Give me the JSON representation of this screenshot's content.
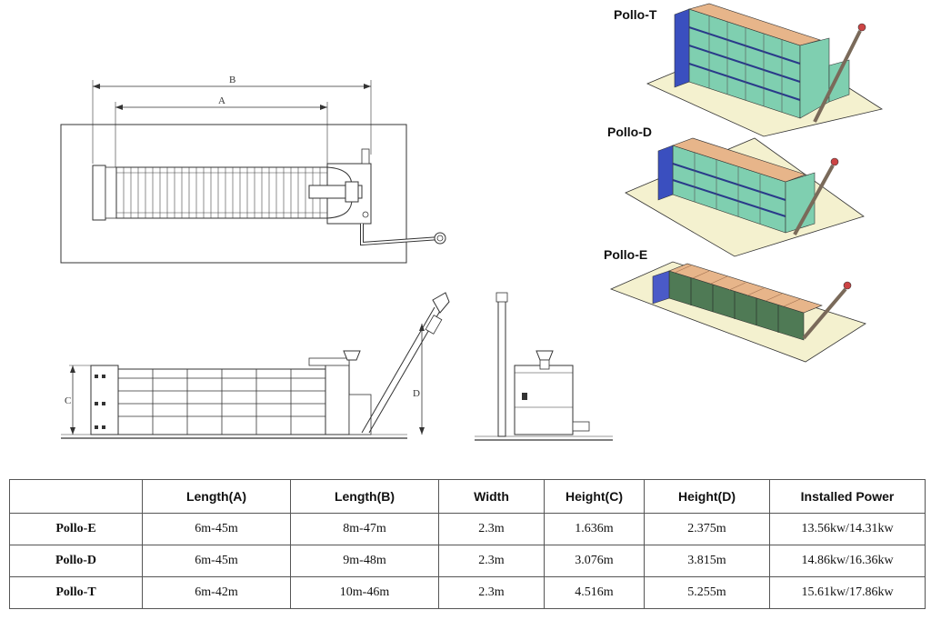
{
  "dimension_labels": {
    "a": "A",
    "b": "B",
    "c": "C",
    "d": "D"
  },
  "models": [
    {
      "name": "Pollo-T",
      "model_colors": {
        "frame": "#3a4fbf",
        "body": "#7fcfb0",
        "trays": "#e7b58a",
        "base": "#f4f1cf"
      }
    },
    {
      "name": "Pollo-D",
      "model_colors": {
        "frame": "#3a4fbf",
        "body": "#7fcfb0",
        "trays": "#e7b58a",
        "base": "#f4f1cf"
      }
    },
    {
      "name": "Pollo-E",
      "model_colors": {
        "frame": "#4a5ac8",
        "body": "#4f7a55",
        "trays": "#e7b58a",
        "base": "#f4f1cf"
      }
    }
  ],
  "table": {
    "headers": [
      "",
      "Length(A)",
      "Length(B)",
      "Width",
      "Height(C)",
      "Height(D)",
      "Installed Power"
    ],
    "rows": [
      {
        "model": "Pollo-E",
        "cells": [
          "6m-45m",
          "8m-47m",
          "2.3m",
          "1.636m",
          "2.375m",
          "13.56kw/14.31kw"
        ]
      },
      {
        "model": "Pollo-D",
        "cells": [
          "6m-45m",
          "9m-48m",
          "2.3m",
          "3.076m",
          "3.815m",
          "14.86kw/16.36kw"
        ]
      },
      {
        "model": "Pollo-T",
        "cells": [
          "6m-42m",
          "10m-46m",
          "2.3m",
          "4.516m",
          "5.255m",
          "15.61kw/17.86kw"
        ]
      }
    ]
  }
}
